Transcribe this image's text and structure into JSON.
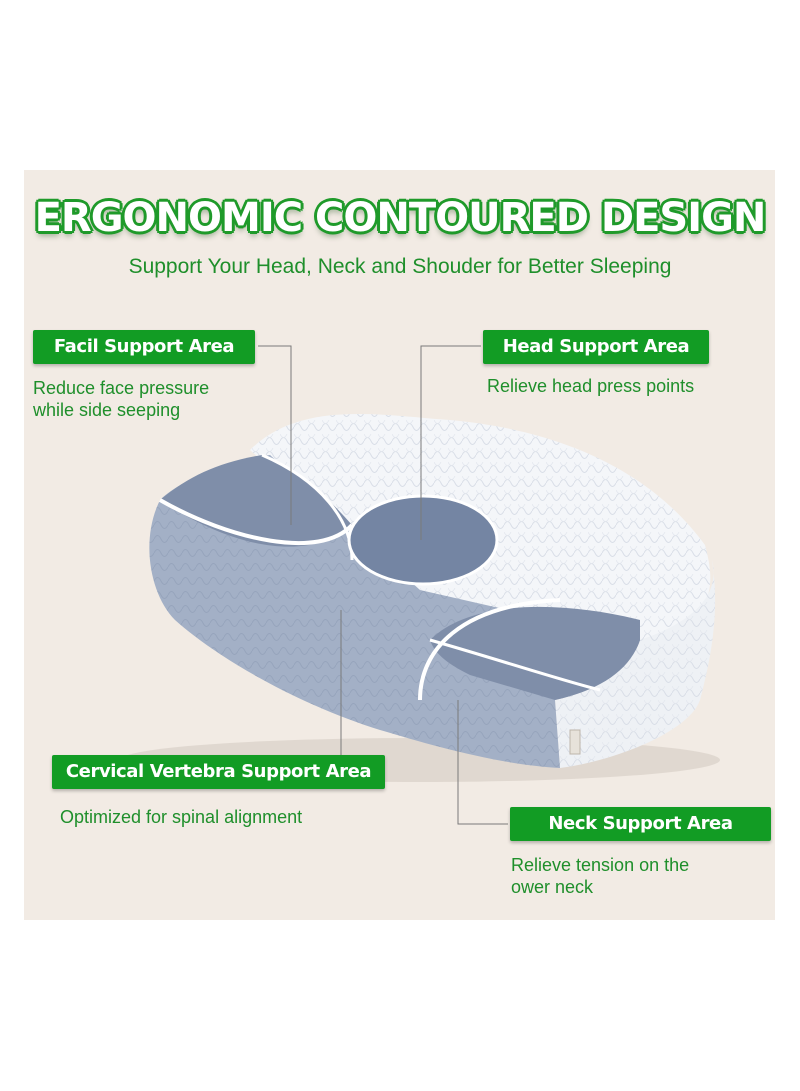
{
  "header": {
    "title": "ERGONOMIC CONTOURED DESIGN",
    "subtitle": "Support Your Head, Neck and Shouder for Better Sleeping"
  },
  "callouts": {
    "facial": {
      "label": "Facil Support Area",
      "desc_1": "Reduce face pressure",
      "desc_2": "while side seeping"
    },
    "head": {
      "label": "Head Support Area",
      "desc_1": "Relieve head press points"
    },
    "cervical": {
      "label": "Cervical Vertebra Support Area",
      "desc_1": "Optimized for spinal alignment"
    },
    "neck": {
      "label": "Neck Support Area",
      "desc_1": "Relieve tension on the",
      "desc_2": "ower neck"
    }
  },
  "colors": {
    "brand_green": "#129c24",
    "text_green": "#1f8f2b",
    "background": "#f2ebe4",
    "pillow_white": "#f4f6f9",
    "pillow_gray": "#9aa8c0",
    "pillow_dark": "#7a8aa6"
  }
}
